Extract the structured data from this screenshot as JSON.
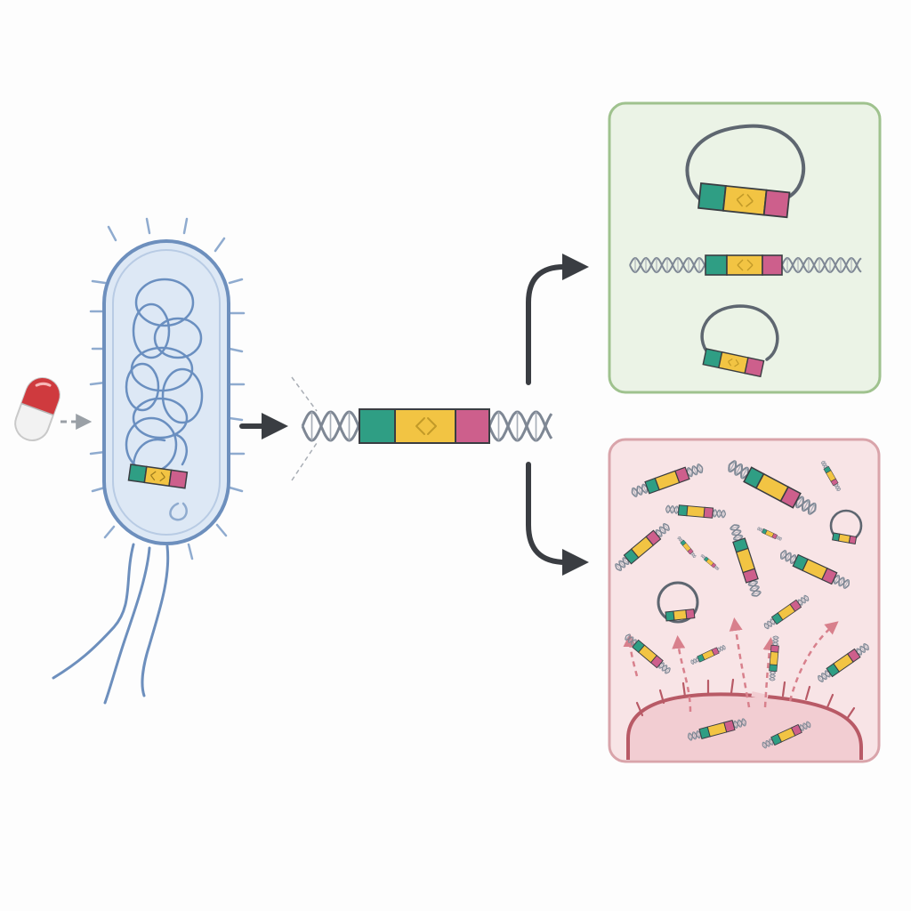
{
  "colors": {
    "background": "#fdfdfd",
    "cell_fill": "#dde8f5",
    "cell_stroke": "#6d8fbd",
    "chromosome": "#6a8fc0",
    "dna_strand": "#7e8794",
    "arrow": "#3a3d42",
    "capsule_red": "#cf3a3e",
    "capsule_white": "#f2f2f2",
    "segment_teal": "#2f9e84",
    "segment_yellow": "#f2c443",
    "segment_pink": "#cd5f8c",
    "panel_green_fill": "#ebf3e6",
    "panel_green_stroke": "#9fc28e",
    "panel_red_fill": "#f8e4e6",
    "panel_red_stroke": "#d9a4aa",
    "host_cell_fill": "#f2cdd2",
    "host_cell_stroke": "#b85a66",
    "release_arrow": "#d8808c"
  },
  "icons": {
    "antibiotic": "capsule-icon",
    "bacterium": "rod-bacterium-icon",
    "gene_cassette": "dna-cassette-icon",
    "plasmid": "circular-plasmid-icon",
    "host_cell": "host-cell-icon"
  },
  "panels": {
    "top": {
      "content": [
        "large-plasmid",
        "integrated-linear-dna",
        "small-plasmid"
      ]
    },
    "bottom": {
      "content": [
        "dispersed-fragments",
        "free-plasmids",
        "host-cell-release"
      ]
    }
  }
}
